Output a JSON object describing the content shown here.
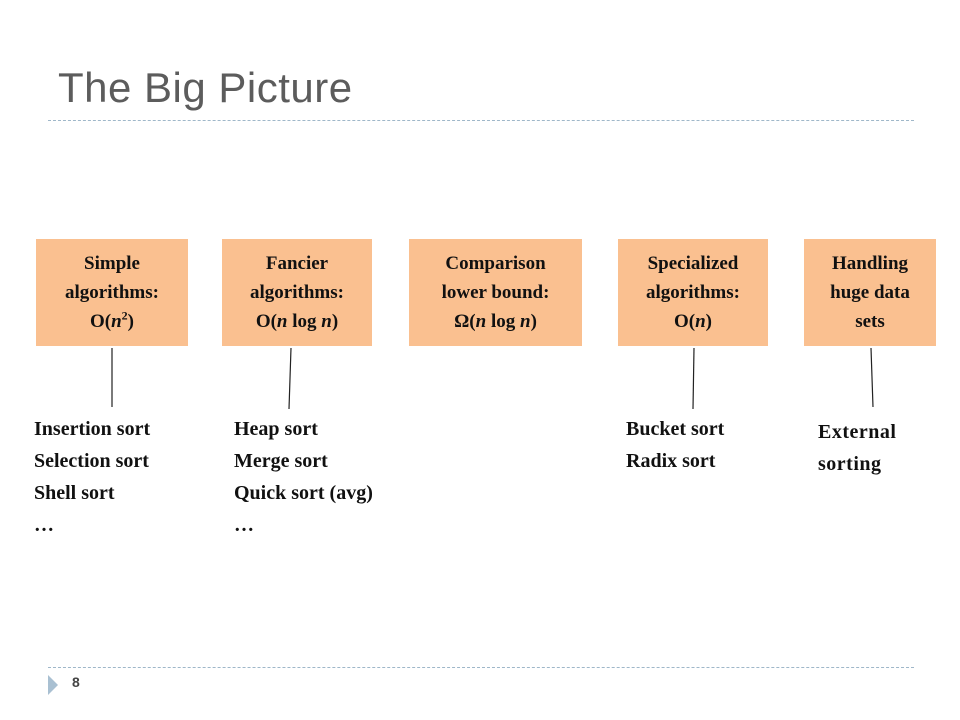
{
  "slide": {
    "title": "The Big Picture",
    "page_number": "8",
    "colors": {
      "box_fill": "#fac090",
      "rule": "#9fb7c9",
      "title_text": "#5c5c5c",
      "marker": "#a9c0d2"
    }
  },
  "boxes": [
    {
      "line1": "Simple",
      "line2": "algorithms:",
      "line3_prefix": "O(",
      "line3_var": "n",
      "line3_sup": "2",
      "line3_suffix": ")"
    },
    {
      "line1": "Fancier",
      "line2": "algorithms:",
      "line3_prefix": "O(",
      "line3_var": "n",
      "line3_mid": " log ",
      "line3_var2": "n",
      "line3_suffix": ")"
    },
    {
      "line1": "Comparison",
      "line2": "lower bound:",
      "line3_prefix": "Ω(",
      "line3_var": "n",
      "line3_mid": " log ",
      "line3_var2": "n",
      "line3_suffix": ")"
    },
    {
      "line1": "Specialized",
      "line2": "algorithms:",
      "line3_prefix": "O(",
      "line3_var": "n",
      "line3_suffix": ")"
    },
    {
      "line1": "Handling",
      "line2": "huge data",
      "line3": "sets"
    }
  ],
  "lists": {
    "simple": [
      "Insertion sort",
      "Selection sort",
      "Shell sort",
      "…"
    ],
    "fancier": [
      "Heap sort",
      "Merge sort",
      "Quick sort (avg)",
      "…"
    ],
    "specialized": [
      "Bucket sort",
      "Radix sort"
    ],
    "huge": [
      "External",
      "sorting"
    ]
  }
}
